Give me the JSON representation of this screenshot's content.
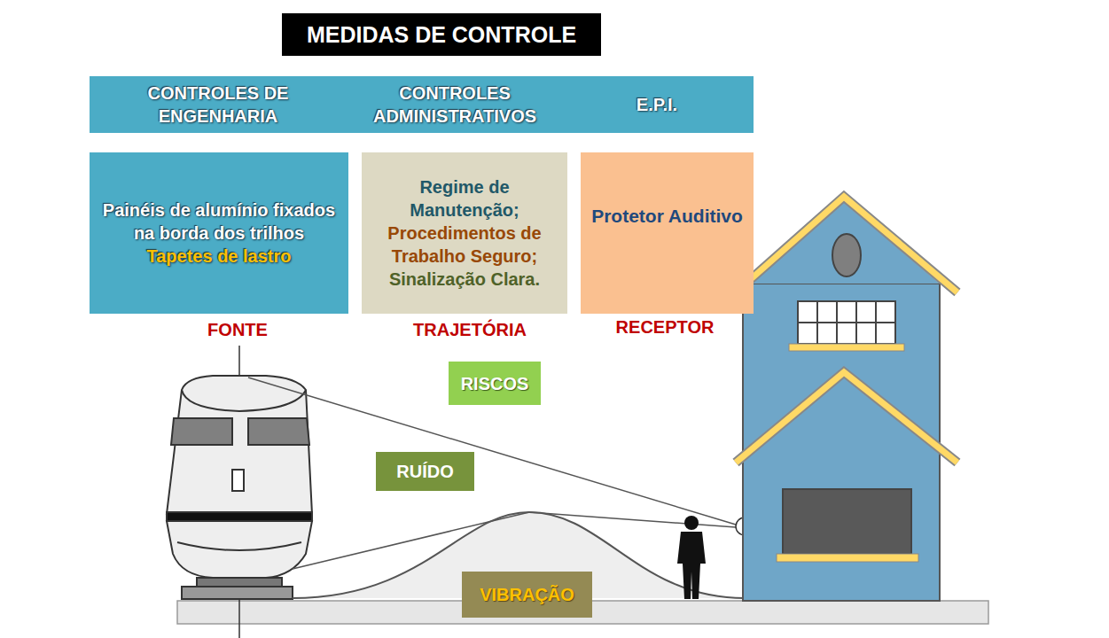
{
  "diagram": {
    "title": "MEDIDAS DE CONTROLE",
    "nodes": [
      {
        "text": [
          "CONTROLES DE ENGENHARIA",
          "CONTROLES ADMINISTRATIVOS",
          "E.P.I."
        ]
      },
      {
        "text": [
          "Painéis de alumínio fixados na borda dos trilhos",
          "Tapetes de lastro"
        ]
      },
      {
        "text": [
          "Regime de Manutenção;",
          "Procedimentos de Trabalho Seguro;",
          "Sinalização Clara."
        ]
      },
      {
        "text": [
          "Protetor Auditivo"
        ]
      },
      {
        "text": [
          "RISCOS"
        ]
      },
      {
        "text": [
          "RUÍDO"
        ]
      },
      {
        "text": [
          "VIBRAÇÃO"
        ]
      }
    ],
    "labels": [
      "FONTE",
      "TRAJETÓRIA",
      "RECEPTOR"
    ]
  }
}
